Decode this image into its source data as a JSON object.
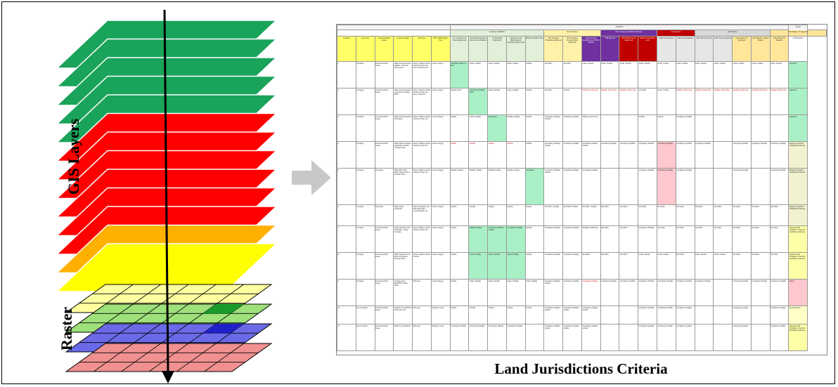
{
  "labels": {
    "gis_layers": "GIS Layers",
    "raster": "Raster",
    "caption": "Land Jurisdictions Criteria"
  },
  "colors": {
    "green": "#1aa35a",
    "red": "#ff0000",
    "orange": "#ffb000",
    "yellow": "#ffff00",
    "arrow_gray": "#c8c8c8",
    "raster_yellow": "#ffffa0",
    "raster_green": "#9ee07a",
    "raster_blue": "#6a6ae8",
    "raster_red": "#f09090"
  },
  "layer_stack": [
    "green",
    "green",
    "green",
    "green",
    "green",
    "red",
    "red",
    "red",
    "red",
    "red",
    "red",
    "orange",
    "yellow"
  ],
  "raster_stack": [
    "raster_yellow",
    "raster_green",
    "raster_blue",
    "raster_red"
  ],
  "table": {
    "top_headers": [
      "Predictors",
      "Target"
    ],
    "group_headers": [
      "",
      "Company Jurisdiction",
      "Non Company",
      "Non Company Jurisdiction (Private)",
      "Government",
      "Land Claims",
      "Land Inquiry - TF approved"
    ],
    "column_headers": [
      "Scenario",
      "Key owner",
      "Permanent/Part Lessee",
      "Scenario Details",
      "LUP Type",
      "USP / ROS Polygon Type",
      "Co. Granted Land Tenure (Approved)",
      "Reservation Approved (Licence & Conditions)",
      "Co. Boundary (Approved)",
      "Company Lease (Boundaries & Conditions) (Approved)",
      "Buffer and Safety Zone",
      "Non Company Properties (Approved)",
      "Non Company Properties (Not Approved)",
      "Legal and Non-Company Land (TPLO, Private)",
      "TNB Approval",
      "State Water Permit (Approved)",
      "Private Conservation Land",
      "Claim Land (Active)",
      "Claim Land (Lapsed)",
      "Claim Survey (Active)",
      "Claim Survey (Lapsed)",
      "Land Inquiry TF Approved",
      "Land Inquiry - Further Review",
      "Land Inquiry TF Rejected",
      "LUP Decision"
    ],
    "rows": [
      {
        "cells": [
          "1",
          "Company",
          "Permanent/Temp lessee",
          "Valid internal company facilities; Company land & forest",
          "Direct / Pipeline, Road, Corridor; Power line, Fence; Well pad, Pit",
          "Linear, polygon",
          "Completely within Co. land",
          "Inside, Outside",
          "Inside, Outside",
          "Inside, Outside",
          "Outside",
          "Not within",
          "Not within",
          "Inside, Outside",
          "Inside, Outside",
          "Inside, Outside",
          "Inside, Outside",
          "Inside, Outside",
          "Inside, Outside",
          "Inside, Outside",
          "Inside, Outside",
          "Inside, Outside",
          "Inside, Outside",
          "Inside, Outside",
          "Approved"
        ],
        "hi": [
          6,
          24
        ],
        "red": []
      },
      {
        "cells": [
          "2",
          "Company",
          "Permanent/Temp lessee",
          "Valid internal company reservation including ROW",
          "Direct / Pipeline, Road, Corridor; Power line, Fence; Well pad",
          "Linear, polygon",
          "Partially within",
          "Completely, Partially within",
          "Inside, Partially",
          "Inside, Partially",
          "Outside",
          "Not within",
          "Outside",
          "Partially, Further Rev.",
          "Partially, Further Rev.",
          "Partially, Further Rev.",
          "Not within",
          "Inside, Outside",
          "Partially, Further Rev.",
          "Partially, Further Rev.",
          "Partially, Further Rev.",
          "Partially, Further Rev.",
          "Partially, Further Rev.",
          "Partially, Further Rev.",
          "Approved"
        ],
        "hi": [
          7,
          24
        ],
        "red": [
          13,
          14,
          15,
          18,
          19,
          20,
          21,
          22,
          23
        ]
      },
      {
        "cells": [
          "3",
          "Company",
          "Permanent/Temp lessee",
          "Valid internal company boundaries",
          "Direct / Pipeline, Road, Corridor; Power line",
          "Linear, Polygon",
          "Outside",
          "Inside, Partially",
          "Completely",
          "Partially, Outside",
          "Outside",
          "Completely, Partially, Outside",
          "Completely, Partially",
          "Outside, Further Rev.",
          "",
          "",
          "Outside",
          "Outside",
          "Completely, Partially",
          "",
          "",
          "",
          "",
          "",
          "Approved"
        ],
        "hi": [
          8,
          24
        ],
        "red": []
      },
      {
        "cells": [
          "4",
          "Company",
          "Permanent/Temp lessee",
          "Valid outside company jurisdiction; Outside Company land",
          "Direct / Pipeline, Road, Corridor; Power line",
          "Linear, Polygon",
          "Outside",
          "Outside",
          "Outside",
          "Outside",
          "Outside",
          "Completely, Partially, Outside",
          "Completely, Partially",
          "Completely, Partially, Outside",
          "Completely, Partially",
          "Completely, Partially",
          "Completely, Partially",
          "Completely, Partially",
          "Completely, Partially",
          "Completely, Partially",
          "",
          "Completely, Partially",
          "Completely, Partially",
          "Completely, Partially",
          "Rejected / Send for Verification & Review"
        ],
        "hi": [
          17
        ],
        "red": [
          6,
          7,
          8,
          9
        ]
      },
      {
        "cells": [
          "5",
          "Company",
          "Temporary",
          "Valid within State Water Safety Zone or 5L Buffer Zone",
          "Direct / Pipeline, Road, Corridor; Power line",
          "Linear, Polygon",
          "Partially, Outside",
          "Partially, Outside",
          "Partially, Outside",
          "Partially, Outside",
          "Completely",
          "Completely, Partially, Outside",
          "Completely, Partially",
          "Completely, Partially",
          "",
          "",
          "Completely, Partially",
          "Completely, Partially",
          "Completely, Partially",
          "",
          "",
          "Completely, Partially",
          "",
          "Completely, Partially",
          "Rejected / Send for Verification & Review"
        ],
        "hi": [
          10,
          17
        ],
        "red": []
      },
      {
        "cells": [
          "6",
          "Company",
          "Temporary",
          "Valid outside jurisdiction",
          "Direct / Powerline and ROS (Ring Well Lease) Pipeline, Pit",
          "Linear, Polygon",
          "Outside",
          "Outside",
          "Outside",
          "Outside",
          "Outside",
          "Not within, Outside",
          "Not within, Outside",
          "Not within, Outside",
          "Not within",
          "Not within",
          "Not within",
          "Not within",
          "Not within",
          "Not within",
          "Not within",
          "Not within",
          "Not within",
          "Not within",
          "Rejected / Send for Verification & Review"
        ],
        "hi": [],
        "red": []
      },
      {
        "cells": [
          "7",
          "Company",
          "Permanent/Temp lessee",
          "Valid inside Non Com. jurisdiction - Road Company",
          "Direct / Pipeline, Road, Corridor; Power line",
          "Linear, Polygon",
          "Outside",
          "Partially, Outside",
          "Completely, Partially, Outside",
          "Completely, Partially",
          "Partially",
          "Completely, Partially",
          "Completely, Partially",
          "Partially, Further Rev.",
          "Not within",
          "Not within",
          "Completely, Partially",
          "Not within",
          "Not within",
          "Not within",
          "Not within",
          "Not within",
          "Not within",
          "Not within",
          "Approved with Condition or Send for Verification & Review"
        ],
        "hi": [
          7,
          8,
          9
        ],
        "red": []
      },
      {
        "cells": [
          "8",
          "Company",
          "Permanent/Temp lessee",
          "Valid inside Non Com. land; Unit pipeline, Pending Claim",
          "Direct / Pipeline, Road, Corridor",
          "Linear, Polygon",
          "Outside",
          "Inside, Partially",
          "Inside, Partially",
          "Inside, Partially",
          "Outside",
          "Completely, Partially",
          "Completely, Partially",
          "Not within",
          "Not within",
          "Not within",
          "Inside, Outside",
          "Inside, Outside",
          "Not within",
          "Inside, Outside",
          "Inside, Outside",
          "Not within",
          "Not within",
          "Not within",
          "Approved with Condition or Send for Verification & Review"
        ],
        "hi": [
          7,
          8,
          9
        ],
        "red": []
      },
      {
        "cells": [
          "9",
          "Company",
          "Permanent/Temp lessee",
          "Company land, ROS/PUP / Active Claim",
          "ROS type",
          "Linear, Polygon",
          "Outside",
          "Inside, Partially",
          "Inside, Partially",
          "Inside, Partially",
          "Inside, Partially",
          "Completely, Partially, Outside",
          "Completely, Partially",
          "Completely, Partially",
          "Completely, Partially",
          "Completely, Partially",
          "Completely, Partially",
          "Completely, Partially",
          "Completely, Partially",
          "Completely, Partially",
          "",
          "Completely, Partially",
          "Completely, Partially",
          "Completely, Partially",
          "Reject"
        ],
        "hi": [],
        "red": [
          13
        ]
      },
      {
        "cells": [
          "10",
          "Non Company",
          "Permanent/Temp lessee",
          "Outside Co. jurisdiction (Non-main, etc)",
          "ROS type",
          "Polygon, Linear",
          "Outside",
          "Outside",
          "Outside",
          "Outside",
          "Outside",
          "Completely, partially, outside",
          "Completely, partially, outside",
          "Completely, partially, outside",
          "",
          "",
          "Completely, partially",
          "Completely, partially",
          "Completely, partially",
          "",
          "",
          "Completely, partially",
          "",
          "Completely, partially",
          "No obstruction"
        ],
        "hi": [],
        "red": []
      },
      {
        "cells": [
          "11",
          "Non Company",
          "Permanent/Temp lessee",
          "Within Co. jurisdiction",
          "ROS type",
          "Polygon, Linear",
          "Completely, Partially",
          "Completely, Partially",
          "Completely, Partially",
          "Completely, Partially",
          "",
          "Completely, partially, outside",
          "Completely, partially, outside",
          "Completely, partially, outside",
          "",
          "",
          "Completely, partially",
          "Completely, partially",
          "Completely, partially",
          "",
          "",
          "Completely, partially",
          "",
          "Completely, partially",
          "Approved with Condition or Send for Verification & Review"
        ],
        "hi": [],
        "red": []
      }
    ]
  }
}
